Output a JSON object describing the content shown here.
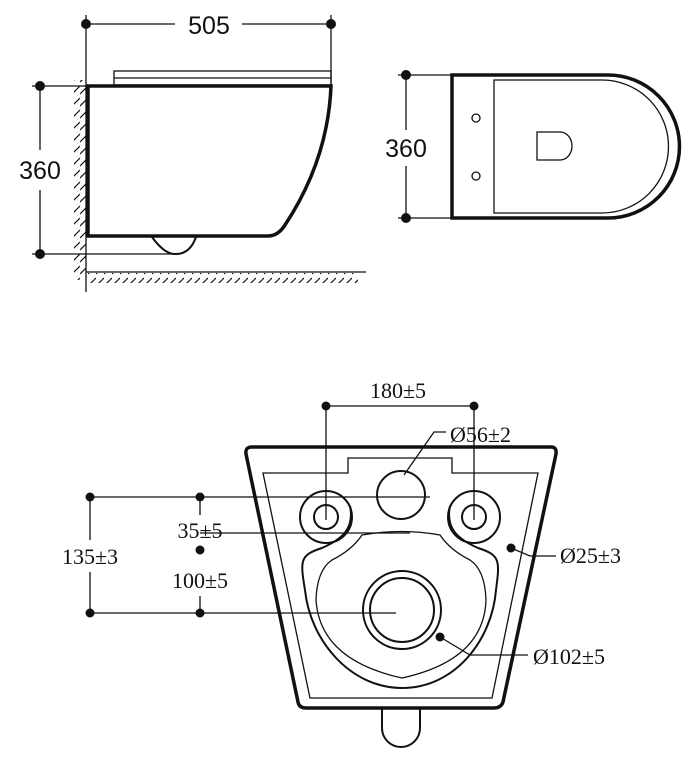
{
  "side_view": {
    "width_label": "505",
    "height_label": "360"
  },
  "top_view": {
    "height_label": "360"
  },
  "rear_view": {
    "bolt_spacing_label": "180±5",
    "water_inlet_label": "Ø56±2",
    "bolt_hole_label": "Ø25±3",
    "outlet_label": "Ø102±5",
    "outlet_height_label": "135±3",
    "bolt_offset_label": "35±5",
    "bolt_to_outlet_label": "100±5"
  },
  "colors": {
    "line": "#111111",
    "background": "#ffffff"
  }
}
